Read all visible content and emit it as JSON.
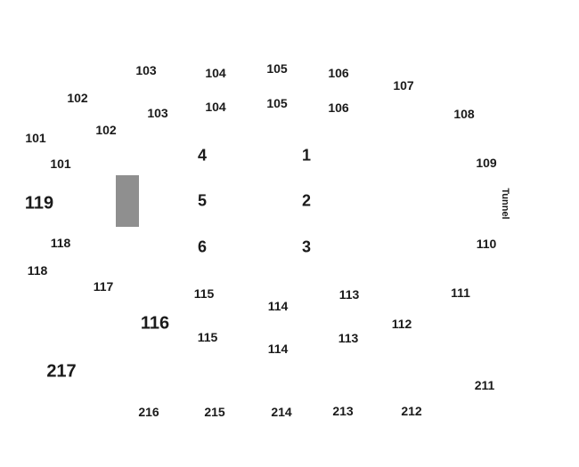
{
  "map": {
    "stage_color": "#8f8f8f",
    "tunnel_label": "Tunnel",
    "upper_sections": {
      "s103_outer": "103",
      "s104_outer": "104",
      "s105_outer": "105",
      "s106_outer": "106",
      "s107": "107",
      "s108": "108",
      "s102_outer": "102",
      "s101_outer": "101",
      "s103_inner": "103",
      "s104_inner": "104",
      "s105_inner": "105",
      "s106_inner": "106",
      "s102_inner": "102",
      "s101_inner": "101"
    },
    "floor_sections": {
      "f1": "1",
      "f2": "2",
      "f3": "3",
      "f4": "4",
      "f5": "5",
      "f6": "6"
    },
    "side_sections": {
      "s119": "119",
      "s118_inner": "118",
      "s118_outer": "118",
      "s109": "109",
      "s110": "110",
      "s111": "111",
      "s112": "112"
    },
    "lower_sections": {
      "s117": "117",
      "s116": "116",
      "s115_inner": "115",
      "s115_outer": "115",
      "s114_inner": "114",
      "s114_outer": "114",
      "s113_inner": "113",
      "s113_outer": "113"
    },
    "balcony_sections": {
      "s217": "217",
      "s216": "216",
      "s215": "215",
      "s214": "214",
      "s213": "213",
      "s212": "212",
      "s211": "211"
    }
  }
}
